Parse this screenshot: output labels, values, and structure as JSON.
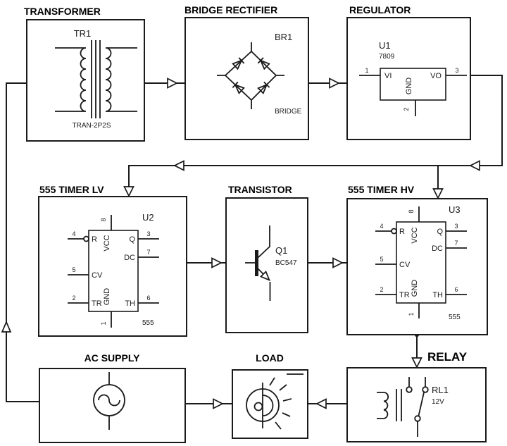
{
  "blocks": {
    "transformer": {
      "title": "TRANSFORMER",
      "ref": "TR1",
      "part": "TRAN-2P2S"
    },
    "bridge_rectifier": {
      "title": "BRIDGE RECTIFIER",
      "ref": "BR1",
      "part": "BRIDGE"
    },
    "regulator": {
      "title": "REGULATOR",
      "ref": "U1",
      "part": "7809",
      "pin_vi": "VI",
      "pin_vo": "VO",
      "pin_gnd": "GND",
      "n1": "1",
      "n2": "2",
      "n3": "3"
    },
    "timer_lv": {
      "title": "555 TIMER LV",
      "ref": "U2",
      "part": "555"
    },
    "transistor": {
      "title": "TRANSISTOR",
      "ref": "Q1",
      "part": "BC547"
    },
    "timer_hv": {
      "title": "555 TIMER HV",
      "ref": "U3",
      "part": "555"
    },
    "ac_supply": {
      "title": "AC SUPPLY"
    },
    "load": {
      "title": "LOAD"
    },
    "relay": {
      "title": "RELAY",
      "ref": "RL1",
      "part": "12V"
    }
  },
  "timer_pins": {
    "r": "R",
    "cv": "CV",
    "tr": "TR",
    "q": "Q",
    "dc": "DC",
    "th": "TH",
    "vcc": "VCC",
    "gnd": "GND",
    "n1": "1",
    "n2": "2",
    "n3": "3",
    "n4": "4",
    "n5": "5",
    "n6": "6",
    "n7": "7",
    "n8": "8"
  },
  "colors": {
    "line": "#1a1a1a",
    "background": "#ffffff"
  }
}
